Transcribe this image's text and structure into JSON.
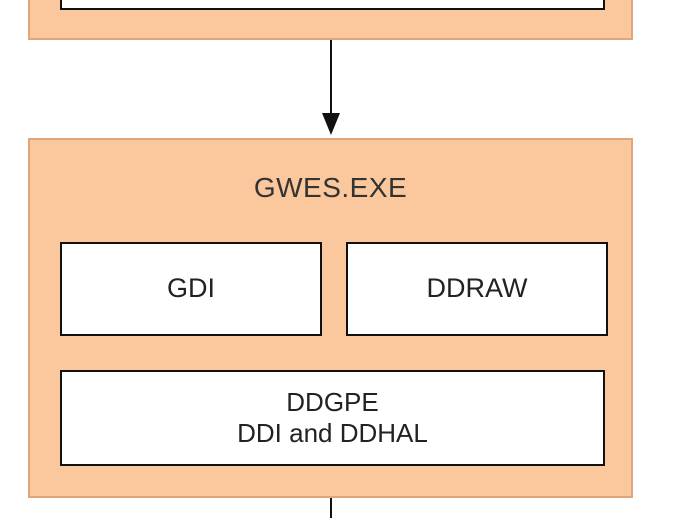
{
  "diagram": {
    "container_title": "GWES.EXE",
    "box_gdi": "GDI",
    "box_ddraw": "DDRAW",
    "box_ddgpe_line1": "DDGPE",
    "box_ddgpe_line2": "DDI and DDHAL"
  },
  "colors": {
    "container_fill": "#fbc79c",
    "container_border": "#e2a57a",
    "box_fill": "#ffffff",
    "box_border": "#111111"
  }
}
